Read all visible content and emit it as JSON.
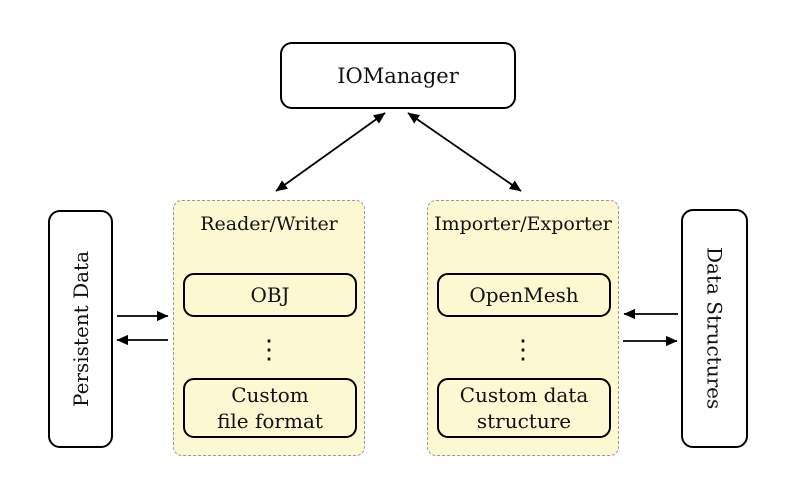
{
  "colors": {
    "background": "#ffffff",
    "group_fill": "#fbf8d2",
    "group_border": "#999999",
    "node_border": "#000000",
    "text": "#111111"
  },
  "nodes": {
    "iomanager": {
      "label": "IOManager"
    },
    "persistent_data": {
      "label": "Persistent Data"
    },
    "data_structures": {
      "label": "Data Structures"
    },
    "reader_writer": {
      "title": "Reader/Writer",
      "top_box": {
        "label": "OBJ"
      },
      "dots": "⋮",
      "bottom_box": {
        "line1": "Custom",
        "line2": "file format"
      }
    },
    "importer_exporter": {
      "title": "Importer/Exporter",
      "top_box": {
        "label": "OpenMesh"
      },
      "dots": "⋮",
      "bottom_box": {
        "line1": "Custom data",
        "line2": "structure"
      }
    }
  },
  "connections": [
    {
      "from": "IOManager",
      "to": "Reader/Writer",
      "type": "bidirectional"
    },
    {
      "from": "IOManager",
      "to": "Importer/Exporter",
      "type": "bidirectional"
    },
    {
      "from": "Persistent Data",
      "to": "Reader/Writer",
      "type": "forward"
    },
    {
      "from": "Reader/Writer",
      "to": "Persistent Data",
      "type": "forward"
    },
    {
      "from": "Data Structures",
      "to": "Importer/Exporter",
      "type": "forward"
    },
    {
      "from": "Importer/Exporter",
      "to": "Data Structures",
      "type": "forward"
    }
  ]
}
